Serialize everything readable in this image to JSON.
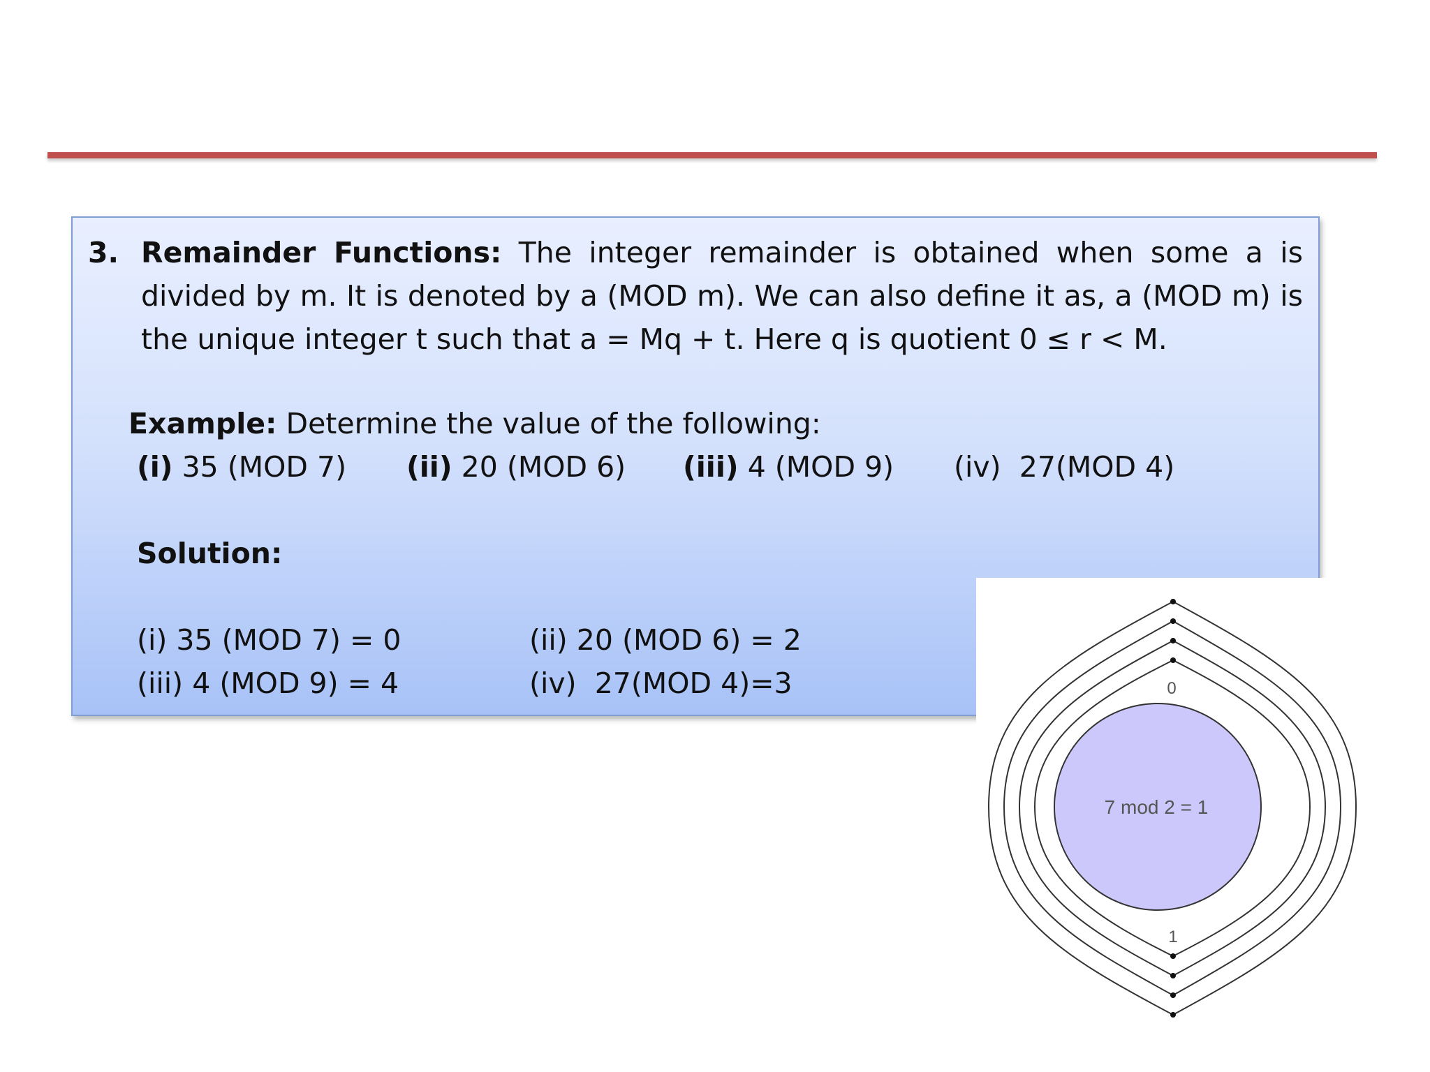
{
  "section": {
    "number": "3.",
    "title": "Remainder Functions:",
    "body": "The integer remainder is obtained when some a is divided by m. It is denoted by a (MOD m). We can also define it as, a (MOD m) is the unique integer t such that a = Mq + t. Here q is quotient 0 ≤ r < M."
  },
  "example": {
    "label": "Example:",
    "text": "Determine the value of the following:",
    "items": [
      {
        "label": "(i)",
        "expr": "35 (MOD 7)"
      },
      {
        "label": "(ii)",
        "expr": "20 (MOD 6)"
      },
      {
        "label": "(iii)",
        "expr": "4 (MOD 9)"
      },
      {
        "label": "(iv)",
        "expr": "27(MOD 4)"
      }
    ]
  },
  "solution": {
    "label": "Solution:",
    "items": [
      "(i) 35 (MOD 7) = 0",
      "(ii) 20 (MOD 6) = 2",
      "(iii) 4 (MOD 9) = 4",
      "(iv)  27(MOD 4)=3"
    ]
  },
  "diagram": {
    "center_label": "7 mod 2 = 1",
    "top_label": "0",
    "bottom_label": "1",
    "circle_fill": "#cdc8fb",
    "line_color": "#333333"
  },
  "colors": {
    "accent_rule": "#c0504d",
    "box_border": "#7f9fd4"
  }
}
